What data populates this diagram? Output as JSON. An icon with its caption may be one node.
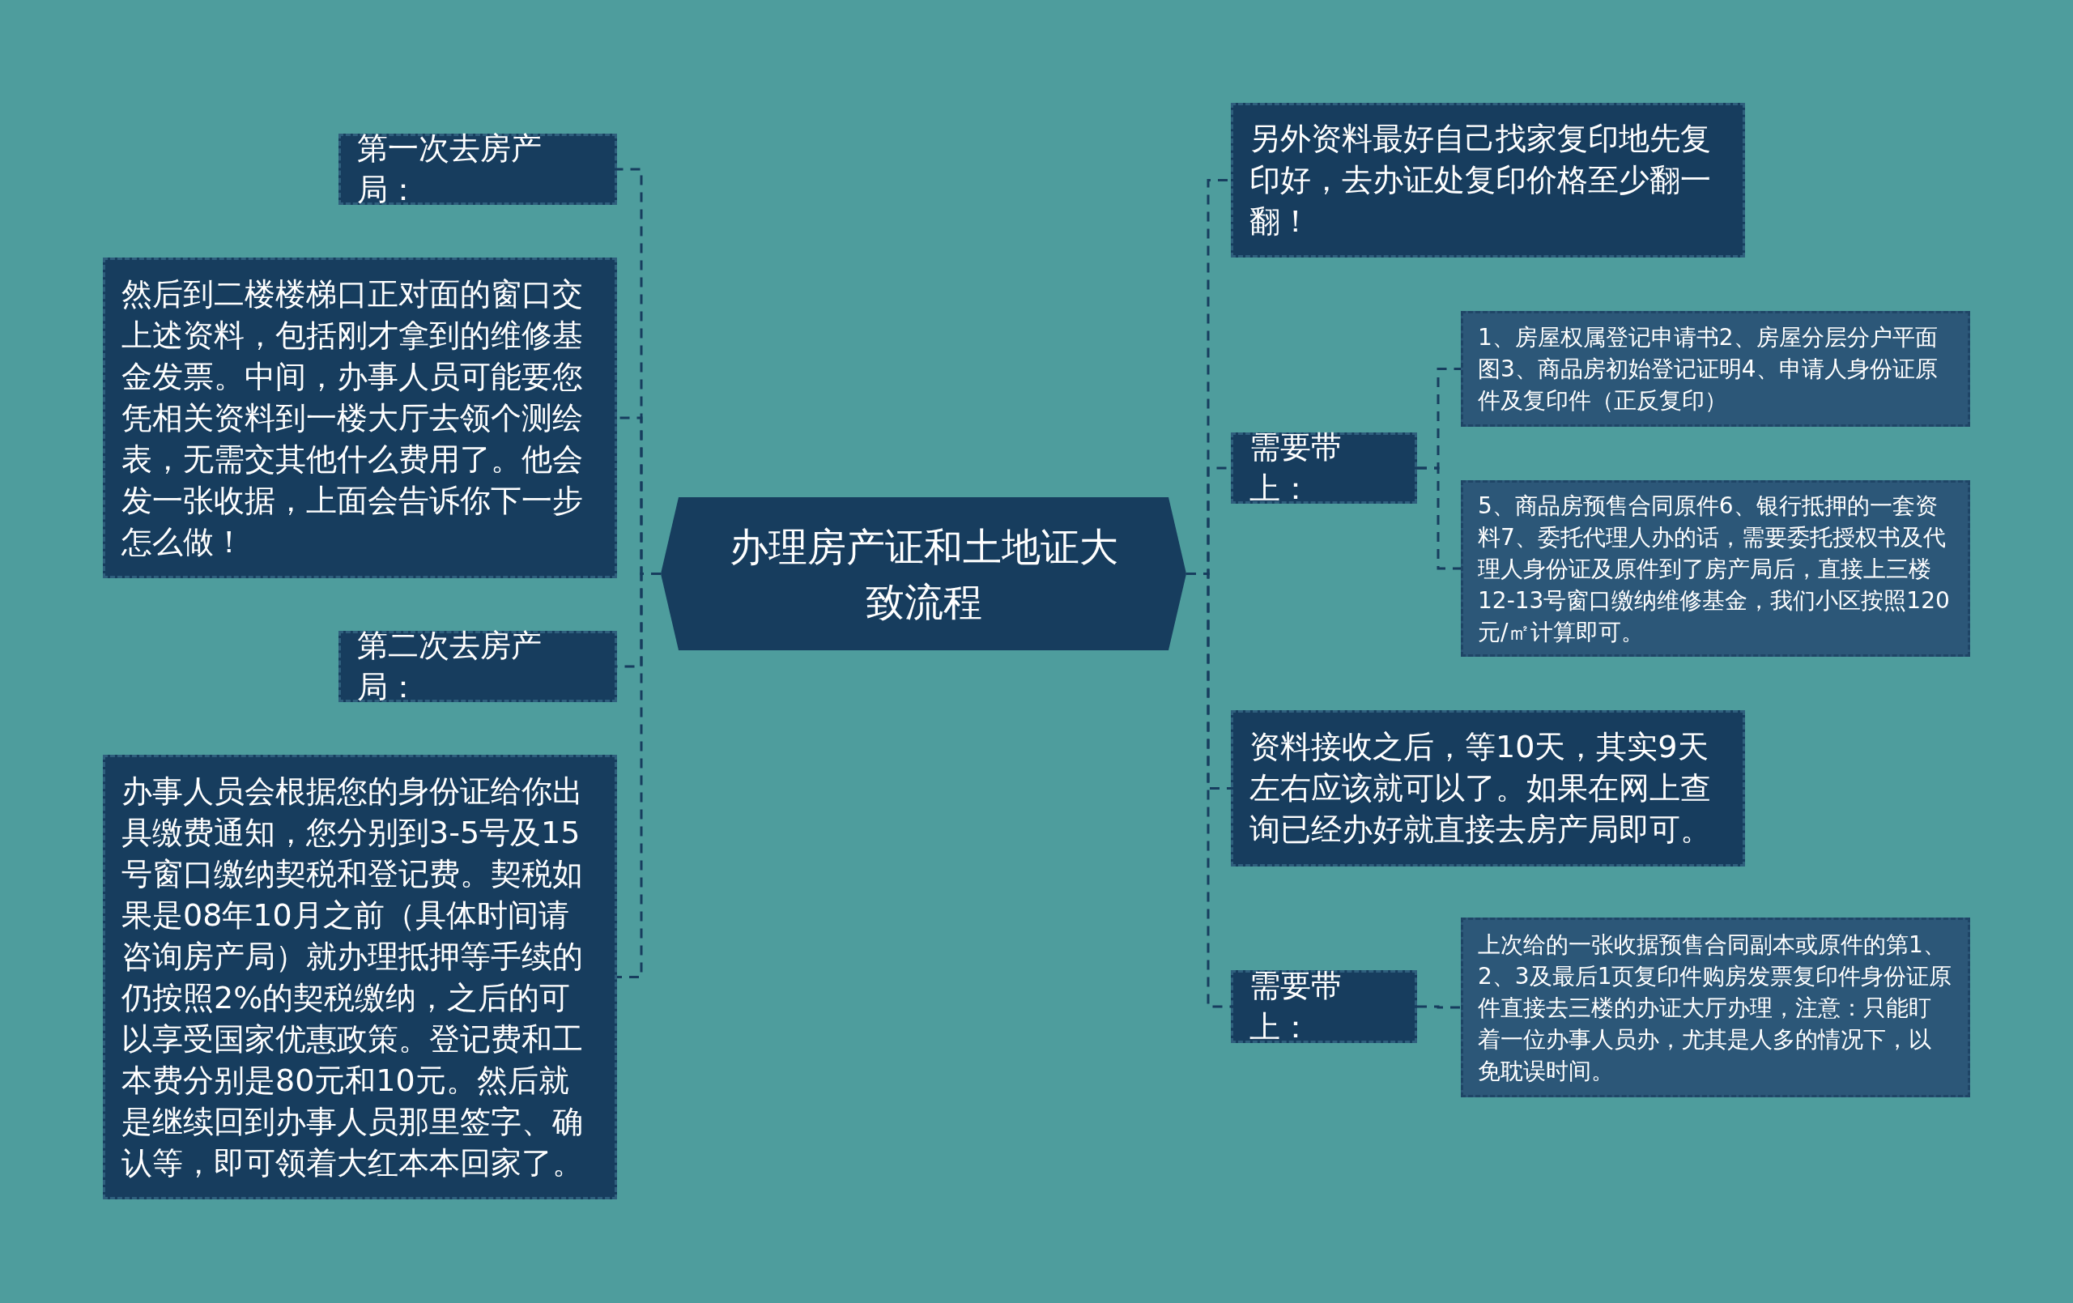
{
  "diagram": {
    "nodes": [
      {
        "text": [
          "办理房产证和土地证大致流程"
        ]
      },
      {
        "text": [
          "第一次去房产局："
        ]
      },
      {
        "text": [
          "然后到二楼楼梯口正对面的窗口交上述资料，包括刚才拿到的维修基金发票。中间，办事人员可能要您凭相关资料到一楼大厅去领个测绘表，无需交其他什么费用了。他会发一张收据，上面会告诉你下一步怎么做！"
        ]
      },
      {
        "text": [
          "第二次去房产局："
        ]
      },
      {
        "text": [
          "办事人员会根据您的身份证给你出具缴费通知，您分别到3-5号及15号窗口缴纳契税和登记费。契税如果是08年10月之前（具体时间请咨询房产局）就办理抵押等手续的仍按照2%的契税缴纳，之后的可以享受国家优惠政策。登记费和工本费分别是80元和10元。然后就是继续回到办事人员那里签字、确认等，即可领着大红本本回家了。"
        ]
      },
      {
        "text": [
          "另外资料最好自己找家复印地先复印好，去办证处复印价格至少翻一翻！"
        ]
      },
      {
        "text": [
          "需要带上："
        ]
      },
      {
        "text": [
          "1、房屋权属登记申请书2、房屋分层分户平面图3、商品房初始登记证明4、申请人身份证原件及复印件（正反复印）"
        ]
      },
      {
        "text": [
          "5、商品房预售合同原件6、银行抵押的一套资料7、委托代理人办的话，需要委托授权书及代理人身份证及原件到了房产局后，直接上三楼12-13号窗口缴纳维修基金，我们小区按照120元/㎡计算即可。"
        ]
      },
      {
        "text": [
          "资料接收之后，等10天，其实9天左右应该就可以了。如果在网上查询已经办好就直接去房产局即可。"
        ]
      },
      {
        "text": [
          "需要带上："
        ]
      },
      {
        "text": [
          "上次给的一张收据预售合同副本或原件的第1、2、3及最后1页复印件购房发票复印件身份证原件直接去三楼的办证大厅办理，注意：只能盯着一位办事人员办，尤其是人多的情况下，以免耽误时间。"
        ]
      }
    ],
    "edges": [
      {
        "from": 0,
        "to": 1,
        "arrow": "none"
      },
      {
        "from": 0,
        "to": 2,
        "arrow": "none"
      },
      {
        "from": 0,
        "to": 3,
        "arrow": "none"
      },
      {
        "from": 0,
        "to": 4,
        "arrow": "none"
      },
      {
        "from": 0,
        "to": 5,
        "arrow": "none"
      },
      {
        "from": 0,
        "to": 6,
        "arrow": "none"
      },
      {
        "from": 6,
        "to": 7,
        "arrow": "none"
      },
      {
        "from": 6,
        "to": 8,
        "arrow": "none"
      },
      {
        "from": 0,
        "to": 9,
        "arrow": "none"
      },
      {
        "from": 0,
        "to": 10,
        "arrow": "none"
      },
      {
        "from": 10,
        "to": 11,
        "arrow": "none"
      }
    ]
  }
}
